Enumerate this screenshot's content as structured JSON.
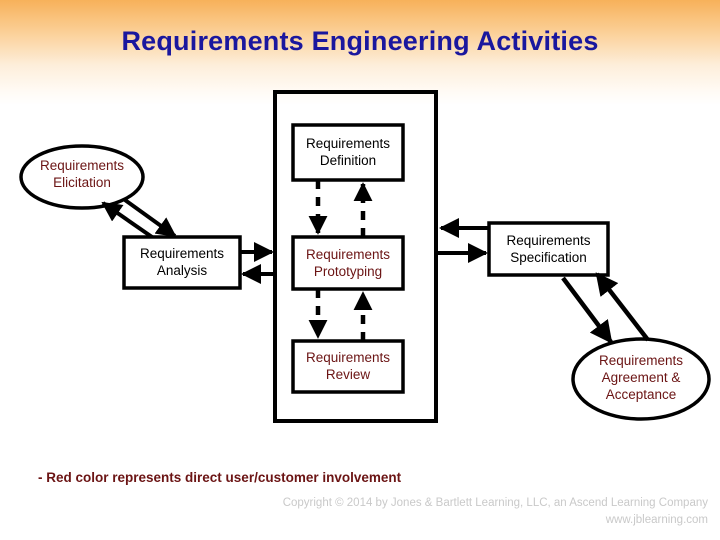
{
  "slide": {
    "title": "Requirements Engineering Activities",
    "accent_header_color": "#f7b15a",
    "title_color": "#1a179e",
    "red_color": "#6b1414",
    "black_color": "#000000"
  },
  "diagram": {
    "container_label": "requirements-definition-container",
    "nodes": [
      {
        "id": "elicitation",
        "label": "Requirements\nElicitation",
        "shape": "ellipse",
        "color": "#6b1414",
        "user_involvement": true
      },
      {
        "id": "analysis",
        "label": "Requirements\nAnalysis",
        "shape": "rect",
        "color": "#000000",
        "user_involvement": false
      },
      {
        "id": "definition",
        "label": "Requirements\nDefinition",
        "shape": "rect",
        "color": "#000000",
        "user_involvement": false
      },
      {
        "id": "prototyping",
        "label": "Requirements\nPrototyping",
        "shape": "rect",
        "color": "#6b1414",
        "user_involvement": true
      },
      {
        "id": "review",
        "label": "Requirements\nReview",
        "shape": "rect",
        "color": "#6b1414",
        "user_involvement": true
      },
      {
        "id": "specification",
        "label": "Requirements\nSpecification",
        "shape": "rect",
        "color": "#000000",
        "user_involvement": false
      },
      {
        "id": "agreement",
        "label": "Requirements\nAgreement &\nAcceptance",
        "shape": "ellipse",
        "color": "#6b1414",
        "user_involvement": true
      }
    ],
    "connections": [
      {
        "from": "elicitation",
        "to": "analysis",
        "style": "solid",
        "direction": "bidirectional"
      },
      {
        "from": "definition",
        "to": "prototyping",
        "style": "dashed",
        "direction": "bidirectional"
      },
      {
        "from": "prototyping",
        "to": "review",
        "style": "dashed",
        "direction": "bidirectional"
      },
      {
        "from": "analysis",
        "to": "definition-container",
        "style": "solid",
        "direction": "bidirectional"
      },
      {
        "from": "definition-container",
        "to": "specification",
        "style": "solid",
        "direction": "bidirectional"
      },
      {
        "from": "specification",
        "to": "agreement",
        "style": "solid",
        "direction": "bidirectional"
      }
    ]
  },
  "legend": {
    "note": "- Red color represents direct user/customer involvement"
  },
  "footer": {
    "copyright": "Copyright © 2014 by Jones & Bartlett Learning, LLC, an Ascend Learning Company",
    "website": "www.jblearning.com"
  }
}
